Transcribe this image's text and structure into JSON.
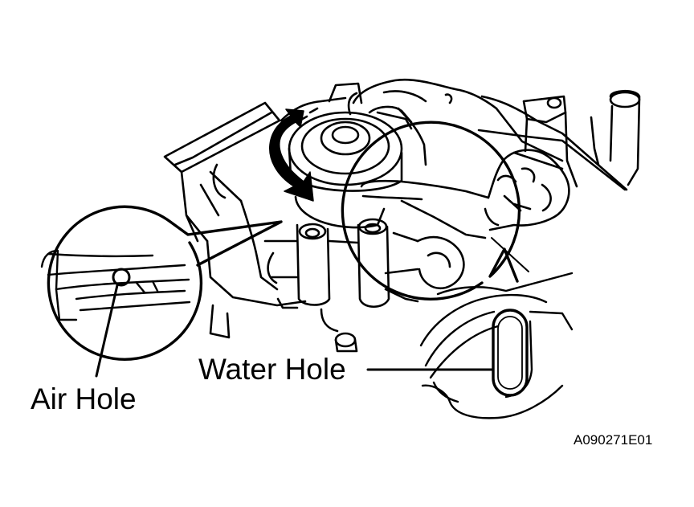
{
  "labels": {
    "water_hole": "Water Hole",
    "air_hole": "Air Hole",
    "figure_code": "A090271E01"
  },
  "colors": {
    "ink": "#000000",
    "paper": "#ffffff"
  }
}
